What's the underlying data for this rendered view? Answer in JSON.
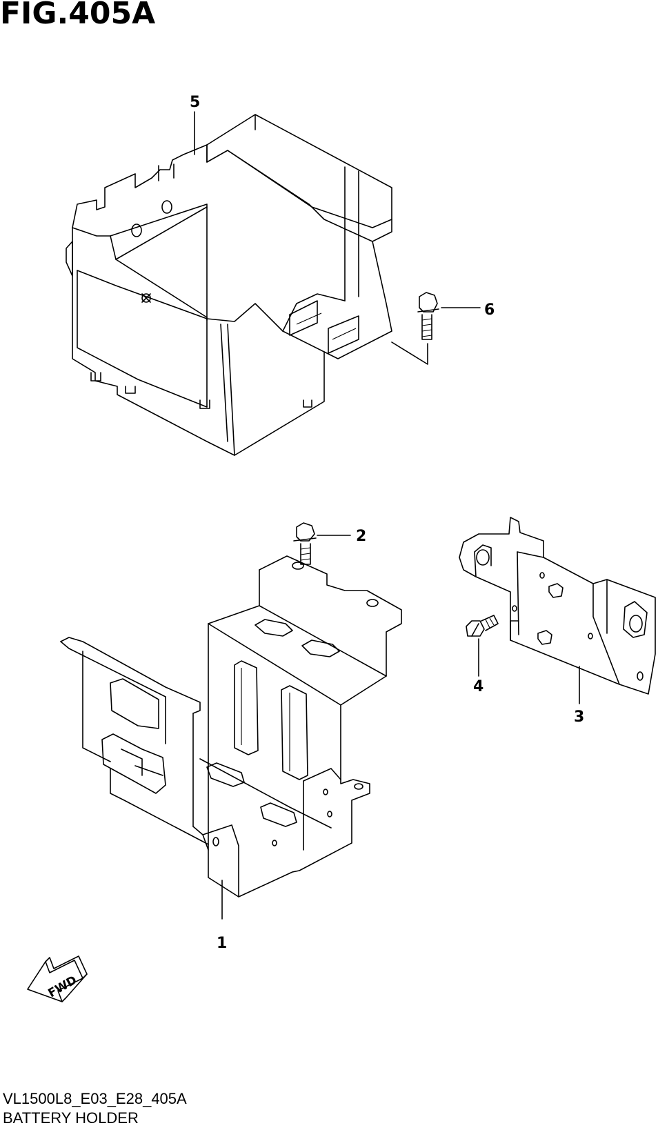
{
  "figure": {
    "title": "FIG.405A"
  },
  "callouts": [
    {
      "number": "1"
    },
    {
      "number": "2"
    },
    {
      "number": "3"
    },
    {
      "number": "4"
    },
    {
      "number": "5"
    },
    {
      "number": "6"
    }
  ],
  "fwd_arrow": {
    "label": "FWD"
  },
  "footer": {
    "code": "VL1500L8_E03_E28_405A",
    "caption": "BATTERY HOLDER"
  }
}
